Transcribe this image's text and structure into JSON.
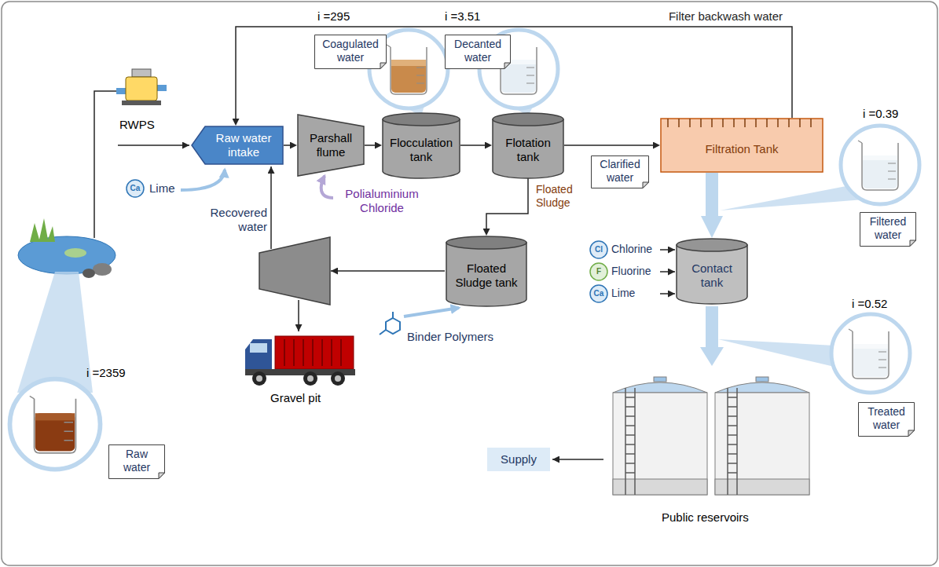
{
  "diagram": {
    "nodes": [
      {
        "text": [
          "Coagulated water"
        ]
      },
      {
        "text": [
          "Decanted water"
        ]
      },
      {
        "text": [
          "Raw water intake"
        ]
      },
      {
        "text": [
          "Parshall flume"
        ]
      },
      {
        "text": [
          "Flocculation tank"
        ]
      },
      {
        "text": [
          "Flotation tank"
        ]
      },
      {
        "text": [
          "Filtration Tank"
        ]
      },
      {
        "text": [
          "Clarified water"
        ]
      },
      {
        "text": [
          "Filtered water"
        ]
      },
      {
        "text": [
          "Floated Sludge tank"
        ]
      },
      {
        "text": [
          "Contact tank"
        ]
      },
      {
        "text": [
          "Treated water"
        ]
      },
      {
        "text": [
          "Raw water"
        ]
      },
      {
        "text": [
          "Supply"
        ]
      }
    ],
    "edges": [
      {
        "from": 2,
        "to": 3,
        "arrow": "to"
      },
      {
        "from": 3,
        "to": 4,
        "arrow": "to"
      },
      {
        "from": 4,
        "to": 5,
        "arrow": "to"
      },
      {
        "from": 5,
        "to": 6,
        "arrow": "to"
      },
      {
        "from": 6,
        "to": 2,
        "label": "Filter backwash water",
        "arrow": "to"
      },
      {
        "from": 5,
        "to": 9,
        "label": "Floated Sludge",
        "arrow": "to"
      },
      {
        "from": 6,
        "to": 10,
        "arrow": "to"
      }
    ],
    "labels": [
      "RWPS",
      "i =295",
      "i =3.51",
      "Ca",
      "Lime",
      "Polialuminium Chloride",
      "Recovered water",
      "i =0.39",
      "Binder Polymers",
      "Gravel pit",
      "Cl",
      "Chlorine",
      "F",
      "Fluorine",
      "Ca",
      "Lime",
      "i =0.52",
      "i =2359",
      "Public reservoirs"
    ]
  }
}
